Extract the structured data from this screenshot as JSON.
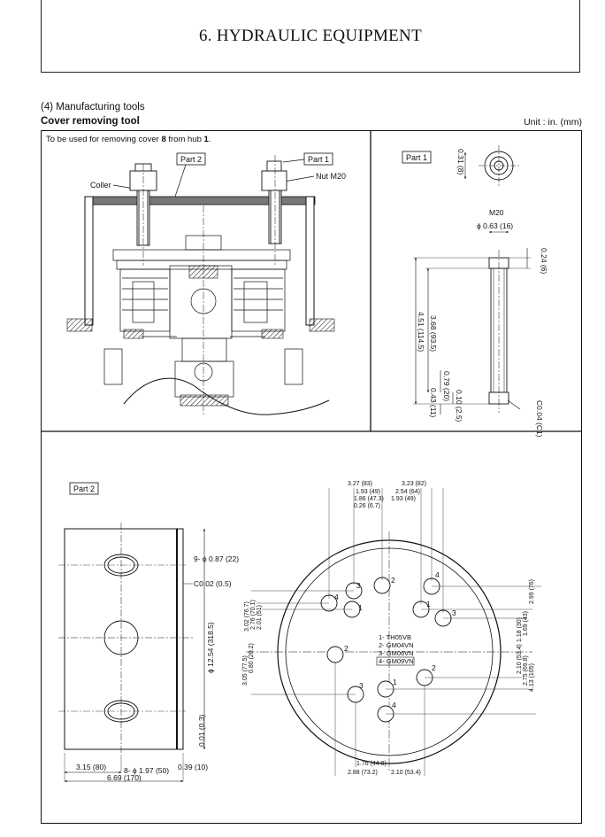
{
  "header": {
    "title": "6. HYDRAULIC EQUIPMENT"
  },
  "section": {
    "number_label": "(4) Manufacturing tools",
    "tool_title": "Cover removing tool",
    "unit": "Unit : in. (mm)"
  },
  "assembly": {
    "note_parts": [
      "To be used for removing cover ",
      "8",
      " from hub ",
      "1",
      "."
    ],
    "part2_tag": "Part 2",
    "part1_tag": "Part 1",
    "coller": "Coller",
    "nut": "Nut M20"
  },
  "part1": {
    "tag": "Part 1",
    "thread": "M20",
    "dia": "ϕ 0.63 (16)",
    "top_thickness": "0.31 (8)",
    "head": "0.24 (6)",
    "len_a": "3.68 (93.5)",
    "len_b": "4.51 (114.5)",
    "d1": "0.79 (20)",
    "d2": "0.10 (2.5)",
    "d3": "0.43 (11)",
    "chamfer": "C0.04 (C1)"
  },
  "part2": {
    "tag": "Part 2",
    "holes": "9- ϕ 0.87 (22)",
    "chamfer": "C0.02 (0.5)",
    "height": "ϕ 12.54 (318.5)",
    "small": "0.01 (0.3)",
    "w1": "3.15 (80)",
    "w2": "6.69 (170)",
    "thick": "0.39 (10)",
    "bore": "8- ϕ 1.97 (50)",
    "top_dims": [
      "3.27 (83)",
      "3.23 (82)",
      "1.93 (49)",
      "2.54 (64)",
      "1.86 (47.3)",
      "1.93 (49)",
      "0.26 (6.7)"
    ],
    "left_dims": [
      "3.02 (76.7)",
      "2.76 (70.1)",
      "2.01 (51)",
      "3.05 (77.5)",
      "0.80 (20.2)"
    ],
    "right_dims": [
      "2.99 (76)",
      "1.69 (43)",
      "1.18 (30)",
      "2.10 (53.4)",
      "2.75 (69.8)",
      "4.13 (105)"
    ],
    "bottom_dims": [
      "1.76 (44.8)",
      "2.88 (73.2)",
      "2.10 (53.4)"
    ],
    "legend": [
      "1- TH05VB",
      "2- GM04VN",
      "3- GM06VN",
      "4- GM09VN"
    ]
  }
}
